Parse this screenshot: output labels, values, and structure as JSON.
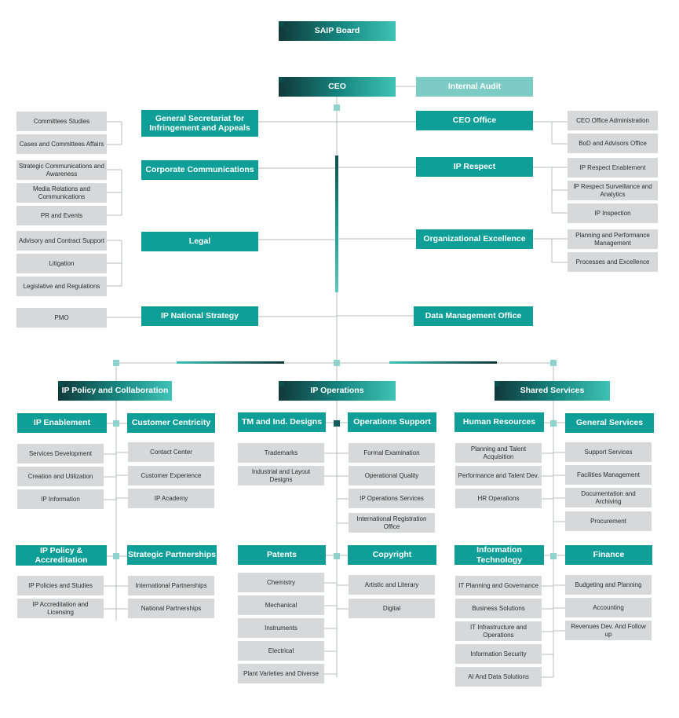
{
  "board": "SAIP Board",
  "ceo": "CEO",
  "internal_audit": "Internal Audit",
  "left_units": [
    {
      "title": "General Secretariat for Infringement and Appeals",
      "subs": [
        "Committees Studies",
        "Cases and Committees Affairs"
      ]
    },
    {
      "title": "Corporate Communications",
      "subs": [
        "Strategic Communications and Awareness",
        "Media Relations and Communications",
        "PR and Events"
      ]
    },
    {
      "title": "Legal",
      "subs": [
        "Advisory and Contract Support",
        "Litigation",
        "Legislative and Regulations"
      ]
    },
    {
      "title": "IP National Strategy",
      "subs": [
        "PMO"
      ]
    }
  ],
  "right_units": [
    {
      "title": "CEO Office",
      "subs": [
        "CEO Office Administration",
        "BoD and Advisors Office"
      ]
    },
    {
      "title": "IP Respect",
      "subs": [
        "IP Respect Enablement",
        "IP Respect Surveillance and Analytics",
        "IP Inspection"
      ]
    },
    {
      "title": "Organizational Excellence",
      "subs": [
        "Planning and Performance Management",
        "Processes and Excellence"
      ]
    },
    {
      "title": "Data Management Office",
      "subs": []
    }
  ],
  "sectors": [
    {
      "title": "IP Policy and Collaboration",
      "depts": [
        {
          "title": "IP Enablement",
          "subs": [
            "Services Development",
            "Creation and Utilization",
            "IP Information"
          ]
        },
        {
          "title": "Customer Centricity",
          "subs": [
            "Contact Center",
            "Customer Experience",
            "IP Academy"
          ]
        },
        {
          "title": "IP Policy & Accreditation",
          "subs": [
            "IP Policies and Studies",
            "IP Accreditation and Licensing"
          ]
        },
        {
          "title": "Strategic Partnerships",
          "subs": [
            "International Partnerships",
            "National Partnerships"
          ]
        }
      ]
    },
    {
      "title": "IP Operations",
      "depts": [
        {
          "title": "TM and Ind. Designs",
          "subs": [
            "Trademarks",
            "Industrial and Layout Designs"
          ]
        },
        {
          "title": "Operations Support",
          "subs": [
            "Formal Examination",
            "Operational Quality",
            "IP Operations Services",
            "International Registration Office"
          ]
        },
        {
          "title": "Patents",
          "subs": [
            "Chemistry",
            "Mechanical",
            "Instruments",
            "Electrical",
            "Plant Varieties and Diverse"
          ]
        },
        {
          "title": "Copyright",
          "subs": [
            "Artistic and Literary",
            "Digital"
          ]
        }
      ]
    },
    {
      "title": "Shared Services",
      "depts": [
        {
          "title": "Human Resources",
          "subs": [
            "Planning and Talent Acquisition",
            "Performance and Talent Dev.",
            "HR Operations"
          ]
        },
        {
          "title": "General Services",
          "subs": [
            "Support Services",
            "Facilities Management",
            "Documentation and Archiving",
            "Procurement"
          ]
        },
        {
          "title": "Information Technology",
          "subs": [
            "IT Planning and Governance",
            "Business Solutions",
            "IT Infrastructure and Operations",
            "Information Security",
            "AI And Data Solutions"
          ]
        },
        {
          "title": "Finance",
          "subs": [
            "Budgeting and Planning",
            "Accounting",
            "Revenues Dev. And Follow up"
          ]
        }
      ]
    }
  ],
  "colors": {
    "teal": "#0f9f98",
    "light_teal": "#7ccbc5",
    "gray_box": "#d7d8d9",
    "dark_teal": "#10383a",
    "line": "#b8bcbd"
  }
}
